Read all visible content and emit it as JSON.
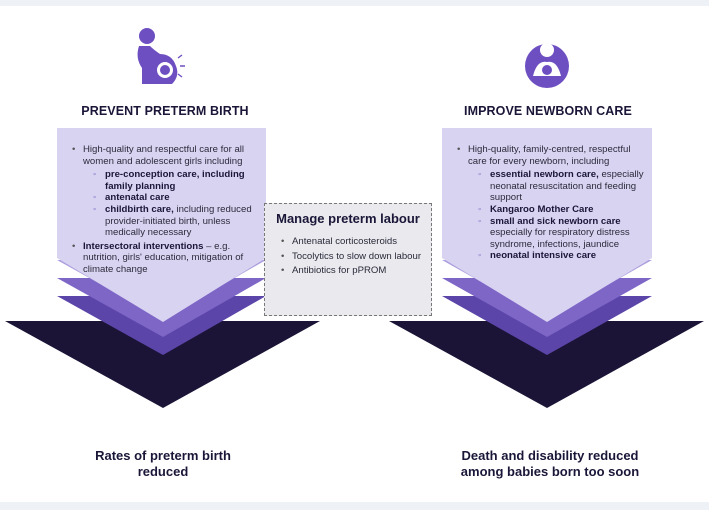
{
  "colors": {
    "lavender": "#d9d3f2",
    "light_purple": "#ac9ddd",
    "purple": "#7e66c7",
    "dark_purple": "#5b45a8",
    "navy": "#1b1437",
    "icon_purple": "#6e4fc2"
  },
  "left": {
    "icon": "pregnant-woman-icon",
    "heading": "PREVENT PRETERM BIRTH",
    "intro": "High-quality and respectful care for all women and adolescent girls including",
    "subitems": [
      {
        "bold": "pre-conception care, including family planning",
        "rest": ""
      },
      {
        "bold": "antenatal care",
        "rest": ""
      },
      {
        "bold": "childbirth care,",
        "rest": " including reduced provider-initiated birth, unless medically necessary"
      }
    ],
    "item2_bold": "Intersectoral interventions",
    "item2_rest": " – e.g. nutrition, girls' education, mitigation of climate change",
    "outcome": "Rates of preterm birth reduced"
  },
  "right": {
    "icon": "mother-baby-icon",
    "heading": "IMPROVE NEWBORN CARE",
    "intro": "High-quality, family-centred, respectful care for every newborn, including",
    "subitems": [
      {
        "bold": "essential newborn care,",
        "rest": " especially neonatal resuscitation and feeding support"
      },
      {
        "bold": "Kangaroo Mother Care",
        "rest": ""
      },
      {
        "bold": "small and sick newborn care",
        "rest": " especially for respiratory distress syndrome, infections, jaundice"
      },
      {
        "bold": "neonatal intensive care",
        "rest": ""
      }
    ],
    "outcome": "Death and disability reduced among babies born too soon"
  },
  "center": {
    "title": "Manage preterm labour",
    "items": [
      "Antenatal corticosteroids",
      "Tocolytics to slow down labour",
      "Antibiotics for pPROM"
    ]
  }
}
